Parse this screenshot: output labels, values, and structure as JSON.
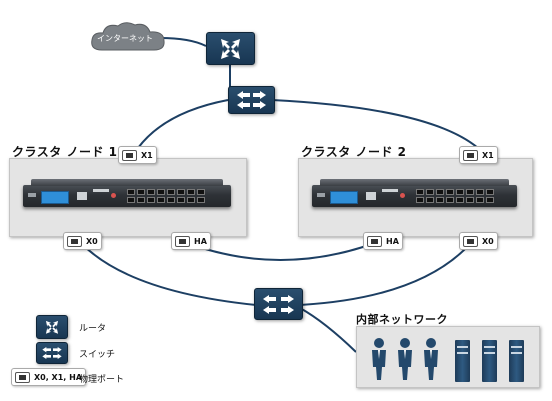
{
  "internet": {
    "label": "インターネット"
  },
  "nodes": [
    {
      "title": "クラスタ ノード 1",
      "ports": {
        "x1": "X1",
        "x0": "X0",
        "ha": "HA"
      }
    },
    {
      "title": "クラスタ ノード 2",
      "ports": {
        "x1": "X1",
        "x0": "X0",
        "ha": "HA"
      }
    }
  ],
  "internal": {
    "title": "内部ネットワーク"
  },
  "legend": {
    "router": "ルータ",
    "switch": "スイッチ",
    "port_sample": "X0, X1, HA",
    "port": "物理ポート"
  }
}
